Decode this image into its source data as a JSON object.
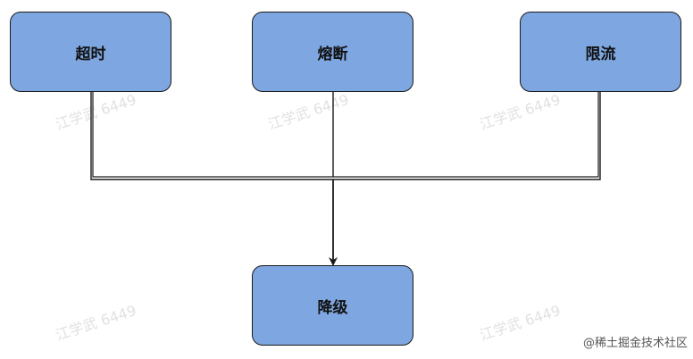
{
  "nodes": {
    "timeout": "超时",
    "breaker": "熔断",
    "limit": "限流",
    "degrade": "降级"
  },
  "watermark": "江学武 6449",
  "footer": "@稀土掘金技术社区",
  "colors": {
    "node_fill": "#7ea6e0",
    "node_border": "#1a1a1a",
    "edge": "#1a1a1a"
  }
}
